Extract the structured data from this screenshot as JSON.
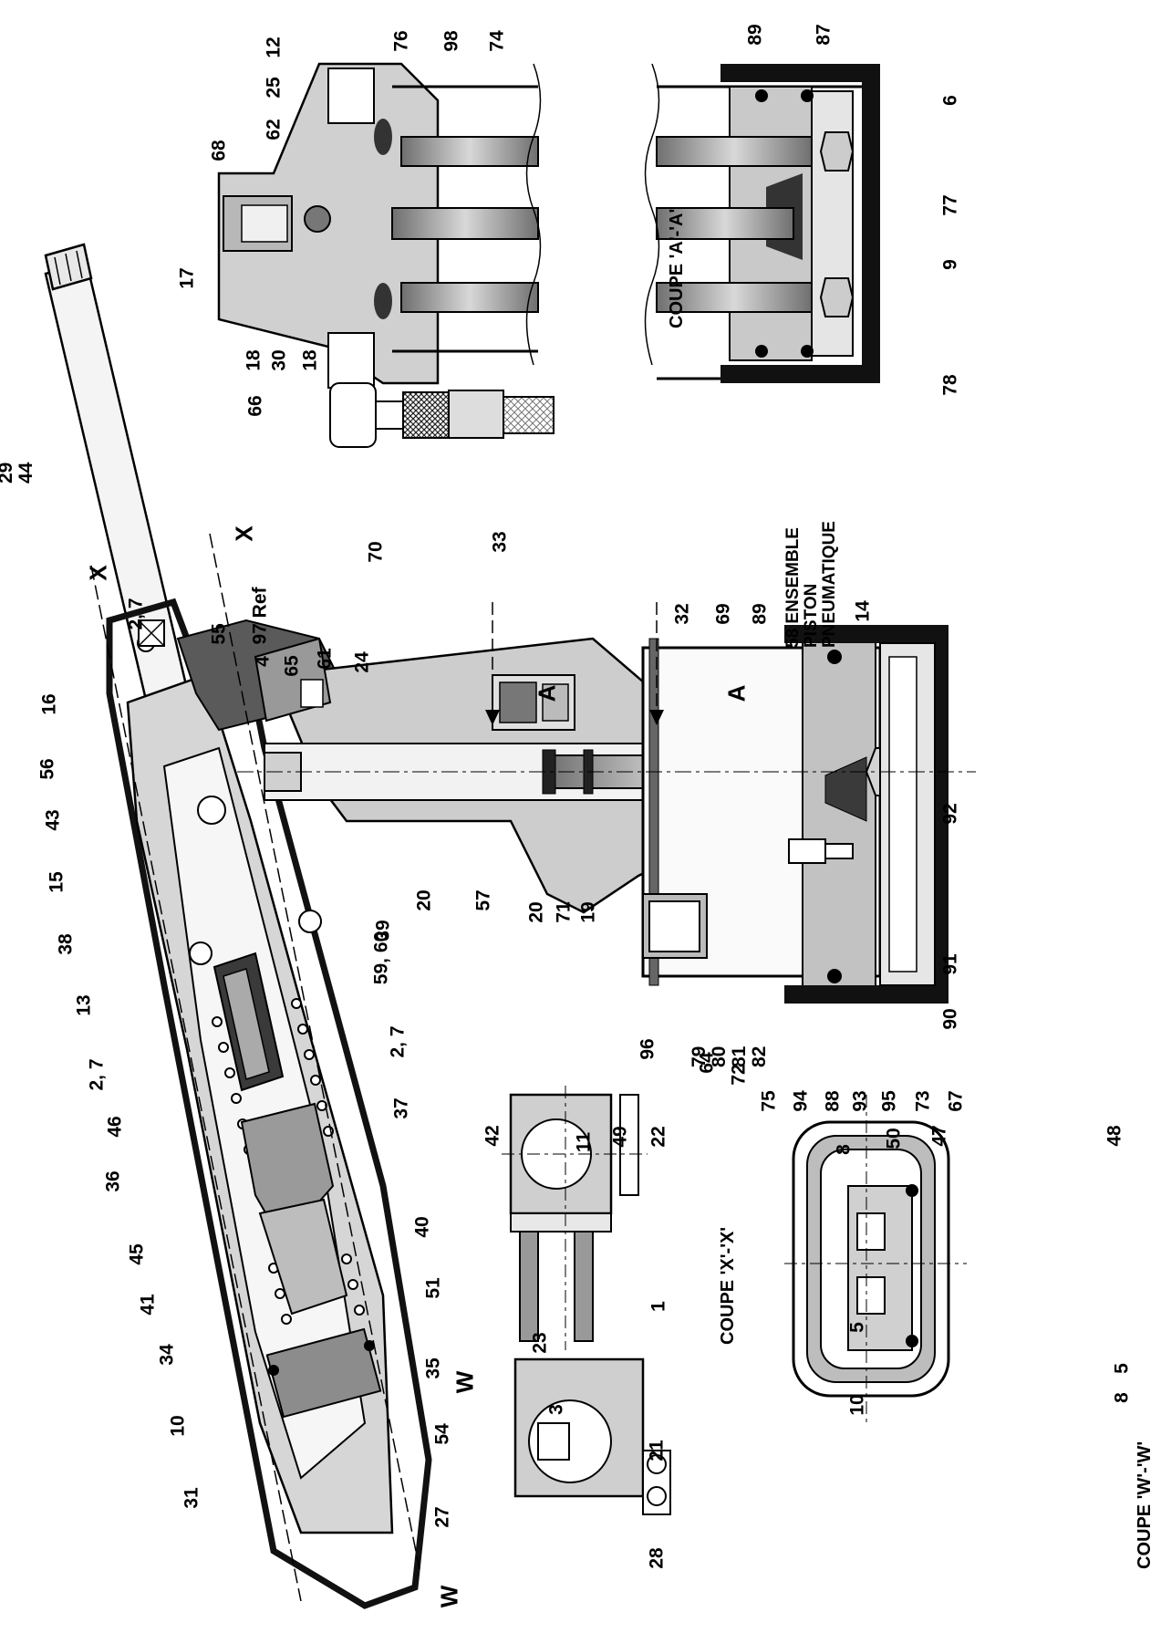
{
  "section_letters": {
    "A1": "A",
    "A2": "A",
    "X1": "X",
    "X2": "X",
    "W1": "W",
    "W2": "W"
  },
  "sections": {
    "A": "COUPE 'A'-'A'",
    "X": "COUPE 'X'-'X'",
    "W": "COUPE 'W'-'W'"
  },
  "note_58": "58 ENSEMBLE\nPISTON\nPNEUMATIQUE",
  "labels": {
    "l1": "29\n44",
    "l2": "2, 7",
    "l3": "16",
    "l4": "56",
    "l5": "43",
    "l6": "15",
    "l7": "38",
    "l8": "13",
    "l9": "2, 7",
    "l10": "46",
    "l11": "36",
    "l12": "45",
    "l13": "41",
    "l14": "34",
    "l15": "10",
    "l16": "31",
    "l17": "97 Ref",
    "l18": "55",
    "l19": "4",
    "l20": "65",
    "l21": "61",
    "l22": "24",
    "l23": "20",
    "l24": "57",
    "l25": "39",
    "l26": "59, 60",
    "l27": "2, 7",
    "l28": "37",
    "l29": "40",
    "l30": "51",
    "l31": "35",
    "l32": "54",
    "l33": "27",
    "l34": "32",
    "l35": "69",
    "l36": "89",
    "l37": "14",
    "l38": "92",
    "l39": "91",
    "l40": "90",
    "l41": "67",
    "l42": "73",
    "l43": "95",
    "l44": "93",
    "l45": "88",
    "l46": "94",
    "l47": "75",
    "l48": "72",
    "l49": "64",
    "l50": "96",
    "l51": "19",
    "l52": "71",
    "l53": "20",
    "l54": "79\n80\n81\n82",
    "l55": "17",
    "l56": "68",
    "l57": "62",
    "l58": "25",
    "l59": "12",
    "l60": "76",
    "l61": "98",
    "l62": "74",
    "l63": "18",
    "l64": "30",
    "l65": "18",
    "l66": "66",
    "l67": "70",
    "l68": "33",
    "l69": "89",
    "l70": "87",
    "l71": "6",
    "l72": "77",
    "l73": "9",
    "l74": "78",
    "l75": "42",
    "l76": "11",
    "l77": "49",
    "l78": "22",
    "l79": "1",
    "l80": "23",
    "l81": "3",
    "l82": "21",
    "l83": "28",
    "l84": "8",
    "l85": "50",
    "l86": "47",
    "l87": "48",
    "l88": "5",
    "l89": "10",
    "l90": "5",
    "l91": "8"
  },
  "colors": {
    "ink": "#000000",
    "dark_fill": "#1a1a1a",
    "mid_fill": "#8c8c8c",
    "light_fill": "#cfcfcf",
    "rod_fill": "#a6a6a6"
  }
}
